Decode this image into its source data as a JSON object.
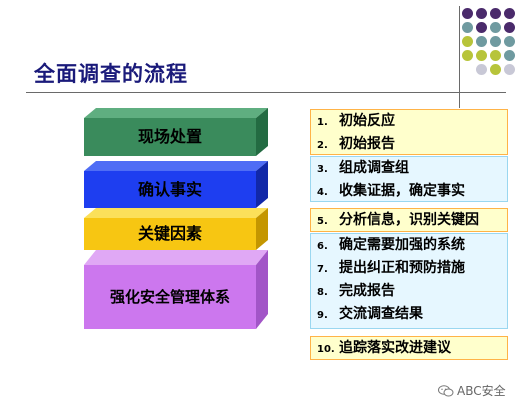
{
  "title": "全面调查的流程",
  "blocks": [
    {
      "label": "现场处置",
      "front": "#3a8b5c",
      "top": "#5fae80",
      "side": "#236b42"
    },
    {
      "label": "确认事实",
      "front": "#1e3ef0",
      "top": "#4f6df5",
      "side": "#1128a8"
    },
    {
      "label": "关键因素",
      "front": "#f7c612",
      "top": "#fbe05a",
      "side": "#c49600"
    },
    {
      "label": "强化安全管理体系",
      "front": "#cc77ee",
      "top": "#e0a8f5",
      "side": "#a255c7"
    }
  ],
  "steps": [
    {
      "num": "1.",
      "text": "初始反应"
    },
    {
      "num": "2.",
      "text": "初始报告"
    },
    {
      "num": "3.",
      "text": "组成调查组"
    },
    {
      "num": "4.",
      "text": "收集证据，确定事实"
    },
    {
      "num": "5.",
      "text": "分析信息，识别关键因"
    },
    {
      "num": "6.",
      "text": "确定需要加强的系统"
    },
    {
      "num": "7.",
      "text": "提出纠正和预防措施"
    },
    {
      "num": "8.",
      "text": "完成报告"
    },
    {
      "num": "9.",
      "text": "交流调查结果"
    },
    {
      "num": "10.",
      "text": "追踪落实改进建议"
    }
  ],
  "watermark": "ABC安全",
  "colors": {
    "dot_purple": "#4a2a6b",
    "dot_teal": "#6f9aa0",
    "dot_olive": "#b7c43a",
    "dot_light": "#c8c8d6"
  }
}
